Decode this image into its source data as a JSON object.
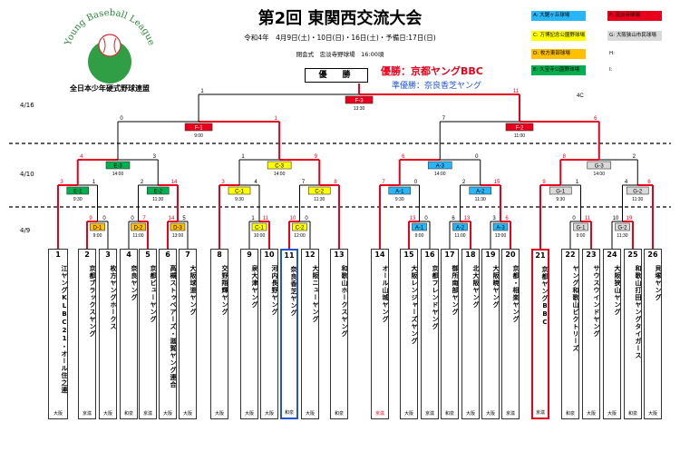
{
  "header": {
    "logo_arc": "Young Baseball League",
    "org": "全日本少年硬式野球連盟",
    "title": "第2回 東関西交流大会",
    "dates": "令和4年　4月9日(土)・10日(日)・16日(土)・予備日:17日(日)",
    "closing": "閉会式　忠淡寺野球場　16:00頃",
    "yusho_label": "優　勝",
    "champion": "優勝：京都ヤングBBC",
    "runner_up": "準優勝：奈良香芝ヤング"
  },
  "legend": [
    {
      "code": "A",
      "label": "A: 大鋸ヶ丘球場",
      "color": "#29b6f6"
    },
    {
      "code": "F",
      "label": "F: 忠淡寺球場",
      "color": "#e8001c"
    },
    {
      "code": "C",
      "label": "C: 万博記念公園野球場",
      "color": "#ffff00"
    },
    {
      "code": "G",
      "label": "G: 大阪狭山市民球場",
      "color": "#d9d9d9"
    },
    {
      "code": "D",
      "label": "D: 枚方東部球場",
      "color": "#ffc000"
    },
    {
      "code": "H",
      "label": "H:",
      "color": "#ffffff"
    },
    {
      "code": "E",
      "label": "E: 久宝寺公園野球場",
      "color": "#00b050"
    },
    {
      "code": "I",
      "label": "I:",
      "color": "#ffffff"
    }
  ],
  "rounds": {
    "r1": "4/16",
    "r2": "4/10",
    "r3": "4/9"
  },
  "top_score": {
    "left": "4C",
    "left_score": "1",
    "right_score": "11"
  },
  "games": {
    "final": {
      "id": "F-3",
      "time": "13:30",
      "s1": "1",
      "s2": "11"
    },
    "semi1": {
      "id": "F-1",
      "time": "9:00",
      "s1": "0",
      "s2": "1"
    },
    "semi2": {
      "id": "F-2",
      "time": "11:00",
      "s1": "7",
      "s2": "6"
    },
    "qf1": {
      "id": "E-3",
      "time": "14:00",
      "s1": "4",
      "s2": "3"
    },
    "qf2": {
      "id": "C-3",
      "time": "14:00",
      "s1": "1",
      "s2": "9"
    },
    "qf3": {
      "id": "A-3",
      "time": "14:00",
      "s1": "6",
      "s2": "0"
    },
    "qf4": {
      "id": "G-3",
      "time": "14:00",
      "s1": "8",
      "s2": "2"
    },
    "r2a": {
      "id": "E-1",
      "time": "9:30",
      "s1": "3",
      "s2": "1"
    },
    "r2b": {
      "id": "E-2",
      "time": "11:30",
      "s1": "2",
      "s2": "14"
    },
    "r2c": {
      "id": "C-1",
      "time": "9:30",
      "s1": "3",
      "s2": "4"
    },
    "r2d": {
      "id": "C-2",
      "time": "11:30",
      "s1": "7",
      "s2": "8"
    },
    "r2e": {
      "id": "A-1",
      "time": "9:30",
      "s1": "7",
      "s2": "0"
    },
    "r2f": {
      "id": "A-2",
      "time": "11:30",
      "s1": "2",
      "s2": "15"
    },
    "r2g": {
      "id": "G-1",
      "time": "9:30",
      "s1": "9",
      "s2": "1"
    },
    "r2h": {
      "id": "G-2",
      "time": "11:30",
      "s1": "4",
      "s2": "6"
    },
    "r1a": {
      "id": "D-1",
      "time": "9:00",
      "s1": "9",
      "s2": "0"
    },
    "r1b": {
      "id": "D-2",
      "time": "11:00",
      "s1": "0",
      "s2": "7"
    },
    "r1c": {
      "id": "D-3",
      "time": "13:00",
      "s1": "14",
      "s2": "5"
    },
    "r1d": {
      "id": "C-1",
      "time": "10:00",
      "s1": "1",
      "s2": "11"
    },
    "r1e": {
      "id": "C-2",
      "time": "12:00",
      "s1": "10",
      "s2": "0"
    },
    "r1f": {
      "id": "A-1",
      "time": "9:00",
      "s1": "13",
      "s2": "0"
    },
    "r1g": {
      "id": "A-2",
      "time": "11:00",
      "s1": "6",
      "s2": "13"
    },
    "r1h": {
      "id": "A-3",
      "time": "13:00",
      "s1": "3",
      "s2": "6"
    },
    "r1i": {
      "id": "G-1",
      "time": "9:00",
      "s1": "0",
      "s2": "11"
    },
    "r1j": {
      "id": "G-2",
      "time": "11:30",
      "s1": "10",
      "s2": "19"
    }
  },
  "teams": [
    {
      "num": "1",
      "name": "江ヤングKLBC21・オール住之",
      "tail": "連",
      "pref": "大阪",
      "pref_red": false
    },
    {
      "num": "2",
      "name": "京都ブラックスヤング",
      "pref": "京滋",
      "pref_red": false
    },
    {
      "num": "3",
      "name": "枚方ヤングホークス",
      "pref": "大阪",
      "pref_red": false
    },
    {
      "num": "4",
      "name": "奈良ヤング",
      "pref": "和泉",
      "pref_red": false
    },
    {
      "num": "5",
      "name": "京都ビューヤング",
      "pref": "京滋",
      "pref_red": false
    },
    {
      "num": "6",
      "name": "高槻ストゥベアーズ・滋賀ヤング連合",
      "pref": "大阪",
      "pref_red": false
    },
    {
      "num": "7",
      "name": "大阪球道ヤング",
      "pref": "大阪",
      "pref_red": false
    },
    {
      "num": "8",
      "name": "交野翔輝ヤング",
      "pref": "大阪",
      "pref_red": false
    },
    {
      "num": "9",
      "name": "泉大津ヤング",
      "pref": "大阪",
      "pref_red": false
    },
    {
      "num": "10",
      "name": "河内長野ヤング",
      "pref": "大阪",
      "pref_red": false
    },
    {
      "num": "11",
      "name": "奈良香芝ヤング",
      "pref": "和泉",
      "pref_red": false
    },
    {
      "num": "12",
      "name": "大阪ニューヤング",
      "pref": "大阪",
      "pref_red": false
    },
    {
      "num": "13",
      "name": "和歌山ホークスヤング",
      "pref": "和泉",
      "pref_red": false
    },
    {
      "num": "14",
      "name": "オール山城ヤング",
      "pref": "京滋",
      "pref_red": true
    },
    {
      "num": "15",
      "name": "大阪レンジャーズヤング",
      "pref": "大阪",
      "pref_red": false
    },
    {
      "num": "16",
      "name": "京都フレンドヤング",
      "pref": "京滋",
      "pref_red": false
    },
    {
      "num": "17",
      "name": "御所南部ヤング",
      "pref": "和泉",
      "pref_red": false
    },
    {
      "num": "18",
      "name": "北大阪ヤング",
      "pref": "大阪",
      "pref_red": false
    },
    {
      "num": "19",
      "name": "大阪暁ヤング",
      "pref": "大阪",
      "pref_red": false
    },
    {
      "num": "20",
      "name": "京都・相楽ヤング",
      "pref": "京滋",
      "pref_red": false
    },
    {
      "num": "21",
      "name": "京都ヤングBBC",
      "pref": "京滋",
      "pref_red": false
    },
    {
      "num": "22",
      "name": "ヤング和歌山ビクトリーズ",
      "pref": "和泉",
      "pref_red": false
    },
    {
      "num": "23",
      "name": "サウスウインドヤング",
      "pref": "大阪",
      "pref_red": false
    },
    {
      "num": "24",
      "name": "大阪狭山ヤング",
      "pref": "大阪",
      "pref_red": false
    },
    {
      "num": "25",
      "name": "和歌山打田ヤングタイガース",
      "pref": "和泉",
      "pref_red": false
    },
    {
      "num": "26",
      "name": "貝塚ヤング",
      "pref": "大阪",
      "pref_red": false
    }
  ],
  "colors": {
    "win": "#e8001c",
    "lose": "#000000",
    "F": "#e8001c",
    "E": "#00b050",
    "C": "#ffff00",
    "A": "#29b6f6",
    "G": "#d9d9d9",
    "D": "#ffc000",
    "champion_border": "#e8001c",
    "runner_up_border": "#1f55d6"
  }
}
